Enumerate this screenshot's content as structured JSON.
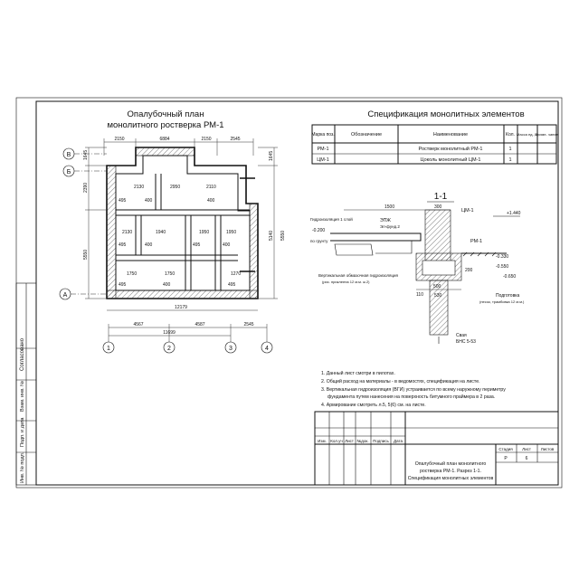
{
  "sheet": {
    "margin_labels": [
      "Согласовано",
      "Взам. инв. №",
      "Подп. и дата",
      "Инв. № подл."
    ]
  },
  "plan": {
    "title_line1": "Опалубочный план",
    "title_line2": "монолитного ростверка РМ-1",
    "axes_rows": [
      "В",
      "Б",
      "А"
    ],
    "axes_cols": [
      "1",
      "2",
      "3",
      "4"
    ],
    "dims_top": [
      "2150",
      "6884",
      "2150",
      "2545"
    ],
    "dims_bottom_1": [
      "4567",
      "4587",
      "2545"
    ],
    "dims_bottom_total": "11699",
    "dims_bottom_overall": "12179",
    "dims_left": [
      "1645",
      "2390",
      "5550"
    ],
    "dims_right": [
      "1645",
      "5550",
      "5140"
    ],
    "rooms": [
      "2130",
      "2950",
      "2110",
      "2130",
      "1940",
      "1950",
      "1950",
      "1750",
      "1750",
      "1270"
    ],
    "marks": [
      "495",
      "400",
      "400",
      "495",
      "400",
      "495",
      "400",
      "495",
      "400",
      "495"
    ]
  },
  "spec": {
    "title": "Спецификация монолитных элементов",
    "headers": [
      "Марка поз.",
      "Обозначение",
      "Наименование",
      "Кол.",
      "Масса ед., кг",
      "Приме- чание"
    ],
    "rows": [
      [
        "РМ-1",
        "",
        "Ростверк монолитный РМ-1",
        "1",
        "",
        ""
      ],
      [
        "ЦМ-1",
        "",
        "Цоколь монолитный ЦМ-1",
        "1",
        "",
        ""
      ]
    ]
  },
  "section": {
    "title": "1-1",
    "labels": {
      "waterproofing": "Гидроизоляция 1 слой",
      "slab": "ЭПЖ",
      "slab2": "Эп-фунд.2",
      "cm1": "ЦМ-1",
      "elev_top": "+1.440",
      "elev_a": "-0.330",
      "elev_b": "-0.550",
      "elev_c": "-0.650",
      "elev_d": "-0.200",
      "rm1": "РМ-1",
      "ground": "по грунту",
      "sand": "Подготовка",
      "sand2": "(песок, трамбовка 12 м.м.)",
      "vgi": "Вертикальная обмазочная гидроизоляция",
      "vgi2": "(рис. приклеена 12 м.м. ж.2)",
      "pile": "Свая",
      "pile2": "БНС 5-53",
      "d1": "1500",
      "d2": "300",
      "d3": "500",
      "d4": "530",
      "d5": "110",
      "d6": "200"
    }
  },
  "notes": [
    "1. Данный лист смотри в пилотах.",
    "2. Общий расход на материалы - в ведомостях, спецификация на листе.",
    "3. Вертикальная гидроизоляция (ВГИ) устраивается по всему наружному периметру",
    "фундамента путем нанесения на поверхность битумного праймера в 2 раза.",
    "4. Армирование смотреть л.5, 5(6) см. на листе."
  ],
  "stamp": {
    "cols": [
      "Изм.",
      "Кол.уч",
      "Лист",
      "№док.",
      "Подпись",
      "Дата"
    ],
    "stage_headers": [
      "Стадия",
      "Лист",
      "Листов"
    ],
    "stage_values": [
      "Р",
      "6",
      ""
    ],
    "description": [
      "Опалубочный план монолитного",
      "ростверка РМ-1. Разрез 1-1.",
      "Спецификация монолитных элементов"
    ]
  }
}
